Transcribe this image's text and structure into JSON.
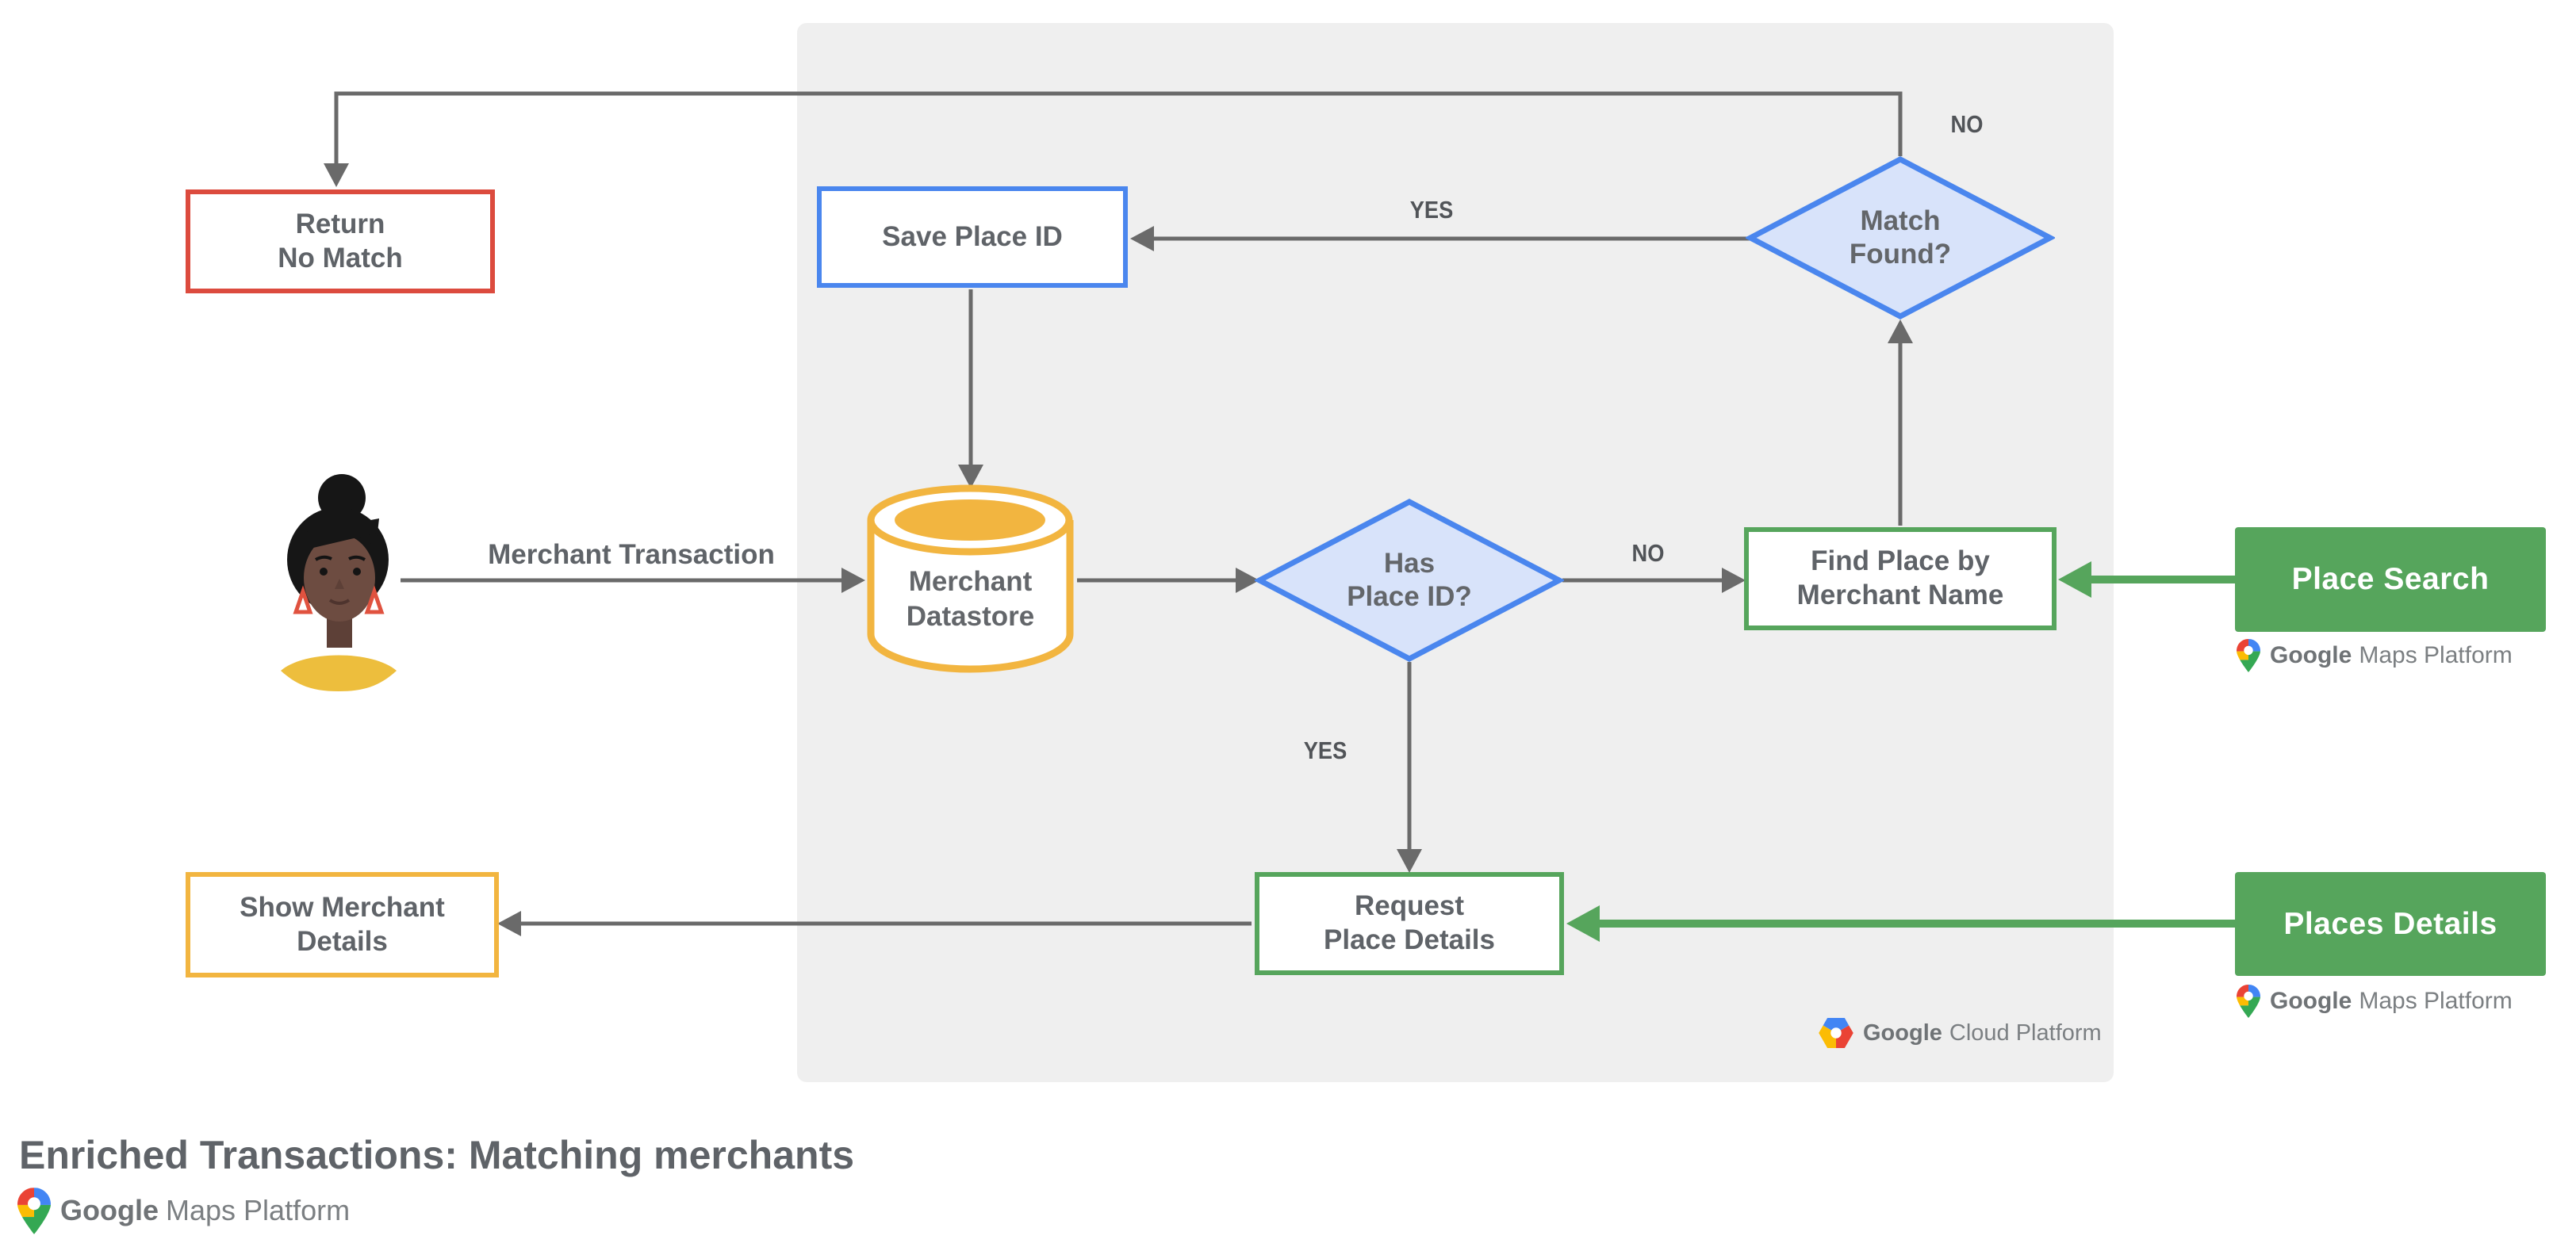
{
  "title": "Enriched Transactions: Matching merchants",
  "nodes": {
    "return_no_match": "Return\nNo Match",
    "save_place_id": "Save Place ID",
    "match_found": "Match\nFound?",
    "merchant_datastore": "Merchant\nDatastore",
    "has_place_id": "Has\nPlace ID?",
    "find_place_by_merchant_name": "Find Place by\nMerchant Name",
    "place_search": "Place Search",
    "request_place_details": "Request\nPlace Details",
    "places_details": "Places Details",
    "show_merchant_details": "Show Merchant\nDetails"
  },
  "edge_labels": {
    "match_found_no": "NO",
    "match_found_yes": "YES",
    "has_place_id_no": "NO",
    "has_place_id_yes": "YES",
    "merchant_transaction": "Merchant Transaction"
  },
  "logos": {
    "maps_brand": "Google",
    "maps_product": "Maps Platform",
    "cloud_brand": "Google",
    "cloud_product": "Cloud Platform"
  },
  "colors": {
    "red_border": "#dc4b3e",
    "blue_border": "#4a86ee",
    "diamond_fill": "#d8e3fa",
    "yellow": "#f2b540",
    "green": "#56a55c",
    "gray_line": "#6a6a6a",
    "text_gray": "#5f6368",
    "panel_gray": "#efefef"
  }
}
